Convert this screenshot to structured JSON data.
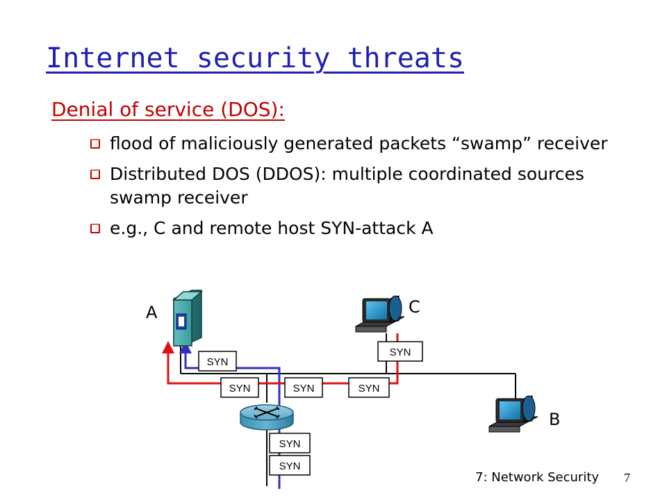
{
  "slide": {
    "title": "Internet security threats",
    "subtitle": "Denial of service (DOS):",
    "bullets": [
      "flood of maliciously generated packets “swamp” receiver",
      "Distributed DOS (DDOS): multiple coordinated sources swamp receiver",
      "e.g., C and remote host SYN-attack A"
    ]
  },
  "diagram": {
    "node_labels": {
      "a": "A",
      "b": "B",
      "c": "C"
    },
    "syn_label": "SYN",
    "colors": {
      "attack_path_red": "#e01010",
      "attack_path_blue": "#3030c0",
      "link": "#000000",
      "server": "#4da8a8",
      "router": "#3f8fb2",
      "host": "#1a5f8f"
    },
    "icons": {
      "server": "server-icon",
      "router": "router-icon",
      "host_c": "desktop-computer-icon",
      "host_b": "desktop-computer-icon"
    }
  },
  "footer": {
    "text": "7: Network Security",
    "page_number": "7"
  }
}
